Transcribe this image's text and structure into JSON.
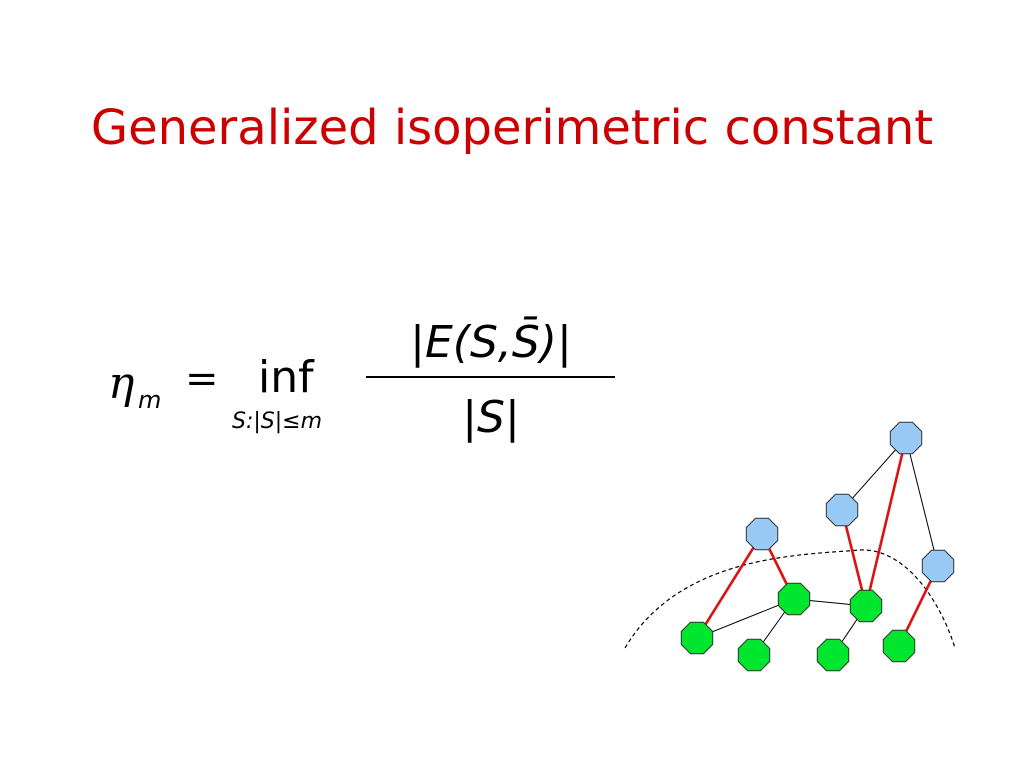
{
  "slide": {
    "title": "Generalized isoperimetric constant",
    "title_color": "#cc0000"
  },
  "formula": {
    "lhs_symbol": "η",
    "lhs_subscript": "m",
    "equals": "=",
    "operator": "inf",
    "operator_subscript": "S:|S|≤m",
    "numerator": "|E(S,S̄)|",
    "denominator": "|S|"
  },
  "graph": {
    "colors": {
      "outside_node": "#99c9f5",
      "inside_node": "#00e62e",
      "cut_edge": "#e01010",
      "internal_edge": "#000000",
      "boundary": "#000000"
    },
    "nodes": [
      {
        "id": "b1",
        "group": "outside"
      },
      {
        "id": "b2",
        "group": "outside"
      },
      {
        "id": "b3",
        "group": "outside"
      },
      {
        "id": "b4",
        "group": "outside"
      },
      {
        "id": "g1",
        "group": "inside"
      },
      {
        "id": "g2",
        "group": "inside"
      },
      {
        "id": "g3",
        "group": "inside"
      },
      {
        "id": "g4",
        "group": "inside"
      },
      {
        "id": "g5",
        "group": "inside"
      },
      {
        "id": "g6",
        "group": "inside"
      }
    ],
    "edges": [
      {
        "from": "b1",
        "to": "b2",
        "type": "internal"
      },
      {
        "from": "b1",
        "to": "b4",
        "type": "internal"
      },
      {
        "from": "b1",
        "to": "g3",
        "type": "cut"
      },
      {
        "from": "b2",
        "to": "g3",
        "type": "cut"
      },
      {
        "from": "b3",
        "to": "g1",
        "type": "cut"
      },
      {
        "from": "b3",
        "to": "g2",
        "type": "cut"
      },
      {
        "from": "b4",
        "to": "g6",
        "type": "cut"
      },
      {
        "from": "g1",
        "to": "g2",
        "type": "internal"
      },
      {
        "from": "g2",
        "to": "g3",
        "type": "internal"
      },
      {
        "from": "g2",
        "to": "g4",
        "type": "internal"
      },
      {
        "from": "g3",
        "to": "g5",
        "type": "internal"
      }
    ]
  }
}
